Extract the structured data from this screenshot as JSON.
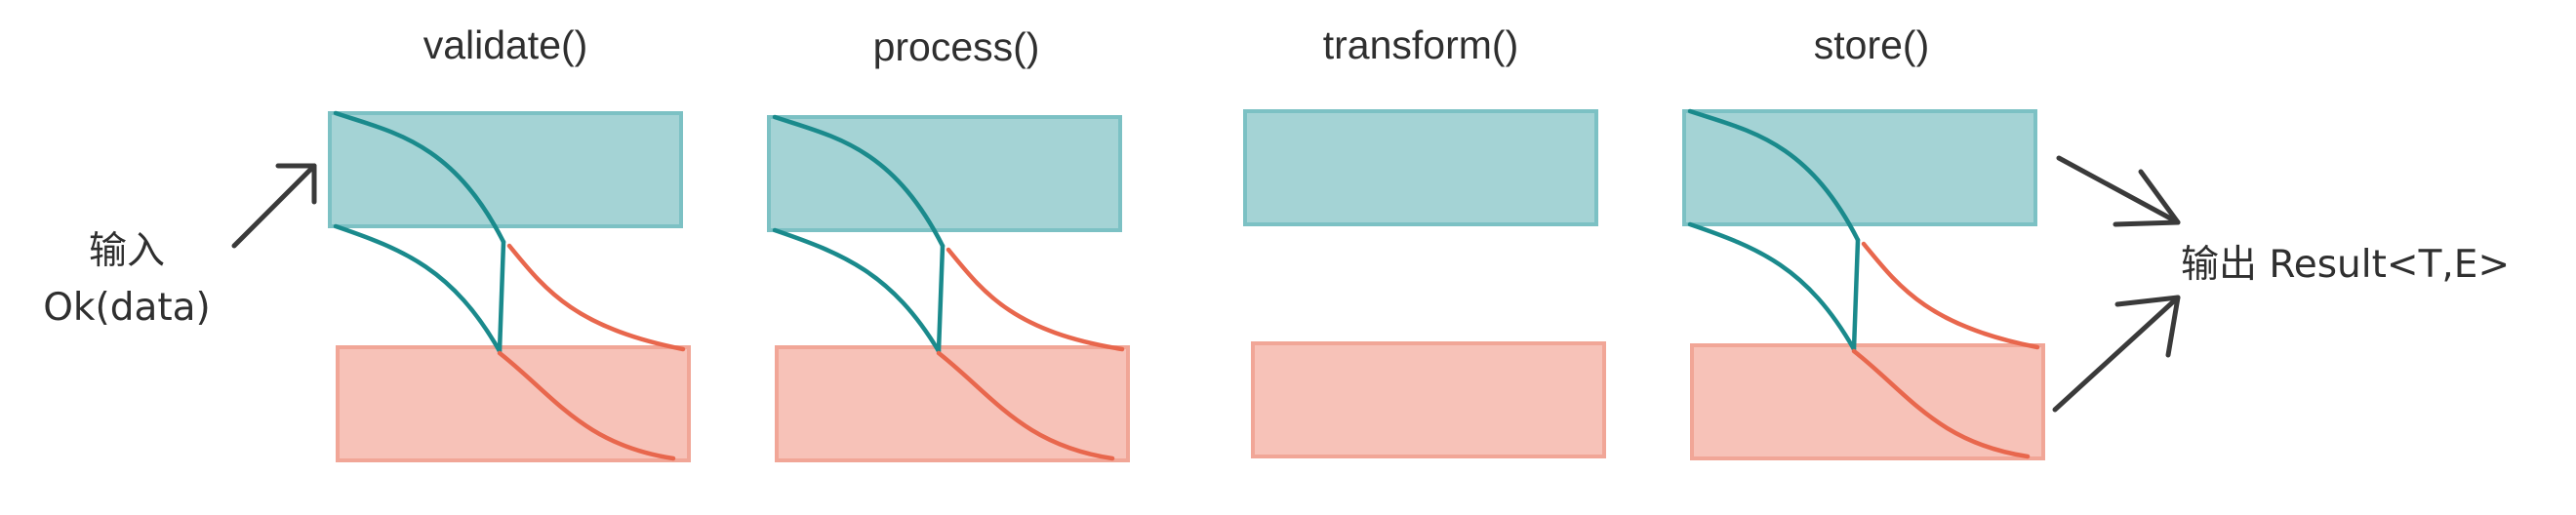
{
  "input": {
    "line1": "输入",
    "line2": "Ok(data)"
  },
  "output": {
    "label": "输出 Result<T,E>"
  },
  "stages": [
    {
      "title": "validate()",
      "has_switch": true
    },
    {
      "title": "process()",
      "has_switch": true
    },
    {
      "title": "transform()",
      "has_switch": false
    },
    {
      "title": "store()",
      "has_switch": true
    }
  ],
  "colors": {
    "ok_rail_fill": "#a4d3d5",
    "err_rail_fill": "#f7c2b8",
    "ok_track": "#1a8a8c",
    "err_track": "#e8674d",
    "text": "#2f2f2f"
  }
}
